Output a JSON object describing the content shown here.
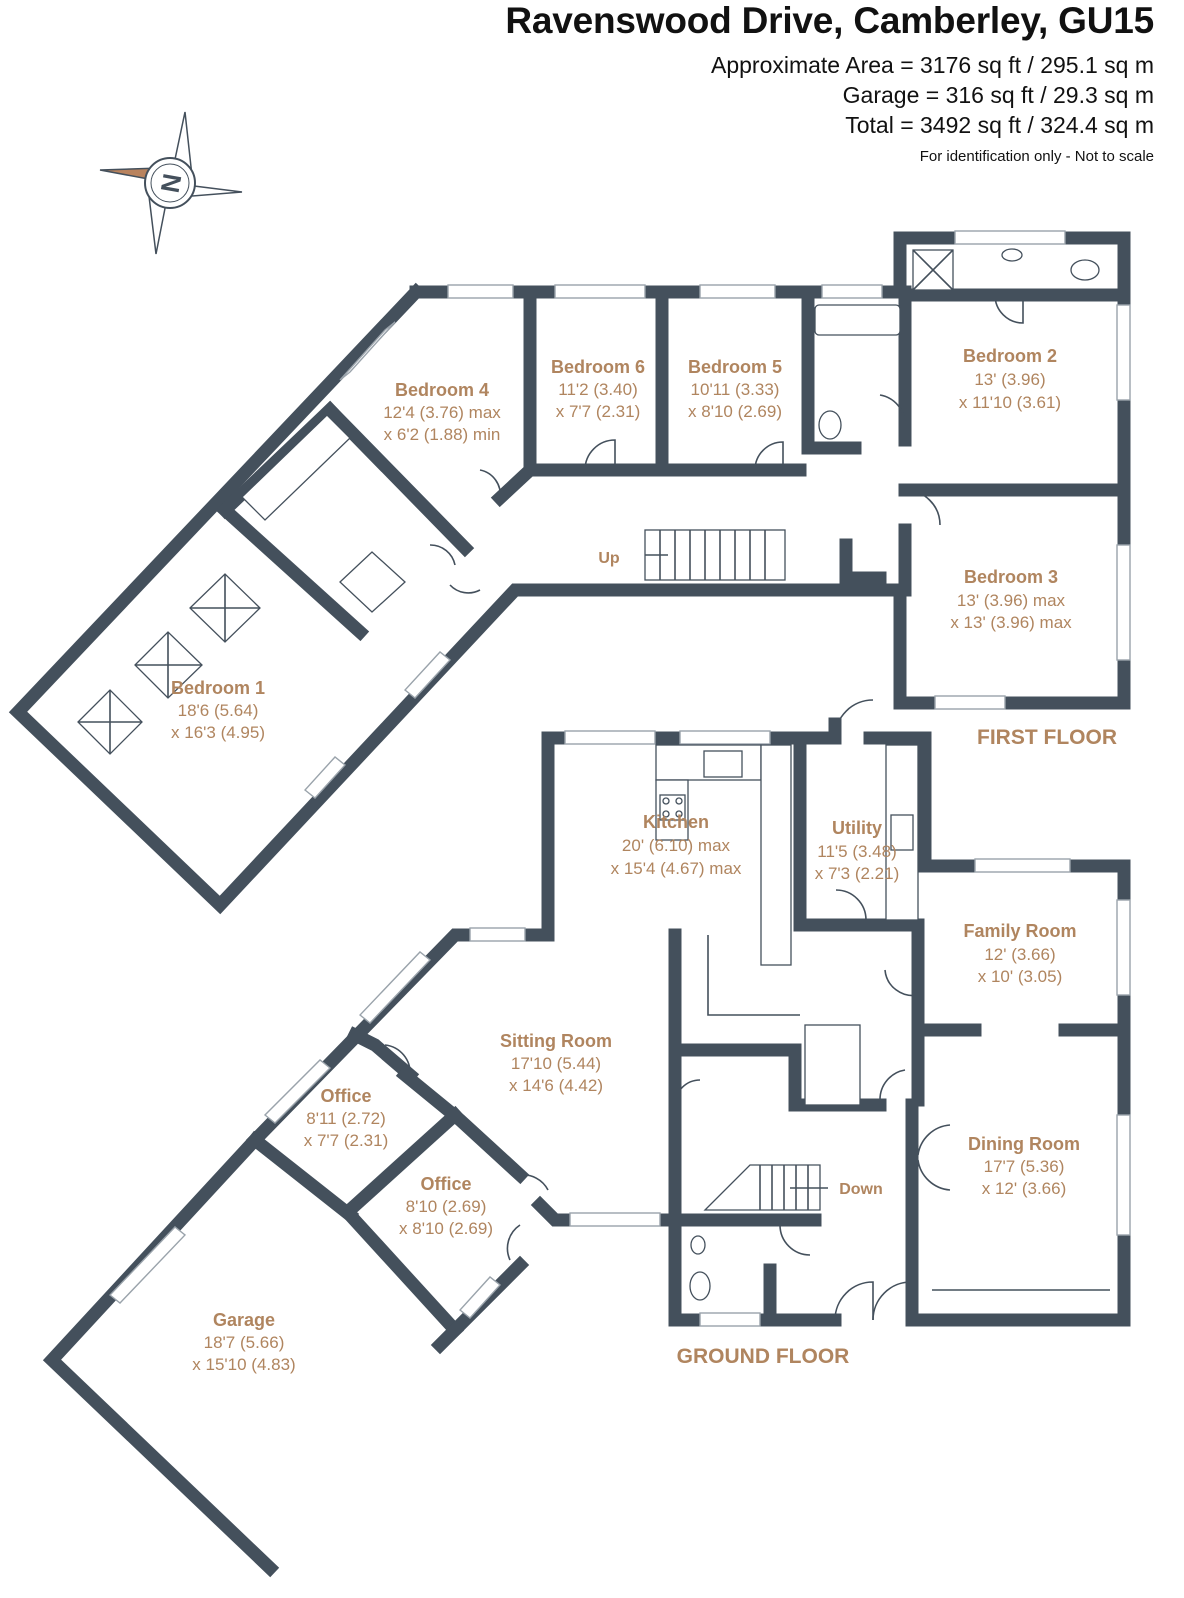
{
  "header": {
    "title": "Ravenswood Drive, Camberley, GU15",
    "approx_area": "Approximate Area = 3176 sq ft / 295.1 sq m",
    "garage_area": "Garage = 316 sq ft / 29.3 sq m",
    "total_area": "Total = 3492 sq ft / 324.4 sq m",
    "note": "For identification only - Not to scale"
  },
  "compass": {
    "letter": "N",
    "icon": "compass-rose-icon",
    "accent": "#b9835e"
  },
  "colors": {
    "wall": "#44505c",
    "label": "#b0855f"
  },
  "floors": {
    "first": "FIRST FLOOR",
    "ground": "GROUND FLOOR"
  },
  "stairs": {
    "up": "Up",
    "down": "Down"
  },
  "rooms": {
    "bedroom4": {
      "name": "Bedroom 4",
      "dim1": "12'4 (3.76) max",
      "dim2": "x 6'2 (1.88) min"
    },
    "bedroom6": {
      "name": "Bedroom 6",
      "dim1": "11'2 (3.40)",
      "dim2": "x 7'7 (2.31)"
    },
    "bedroom5": {
      "name": "Bedroom 5",
      "dim1": "10'11 (3.33)",
      "dim2": "x 8'10 (2.69)"
    },
    "bedroom2": {
      "name": "Bedroom 2",
      "dim1": "13' (3.96)",
      "dim2": "x 11'10 (3.61)"
    },
    "bedroom3": {
      "name": "Bedroom 3",
      "dim1": "13' (3.96) max",
      "dim2": "x 13' (3.96) max"
    },
    "bedroom1": {
      "name": "Bedroom 1",
      "dim1": "18'6 (5.64)",
      "dim2": "x 16'3 (4.95)"
    },
    "kitchen": {
      "name": "Kitchen",
      "dim1": "20' (6.10) max",
      "dim2": "x 15'4 (4.67) max"
    },
    "utility": {
      "name": "Utility",
      "dim1": "11'5 (3.48)",
      "dim2": "x 7'3 (2.21)"
    },
    "family": {
      "name": "Family Room",
      "dim1": "12' (3.66)",
      "dim2": "x 10' (3.05)"
    },
    "sitting": {
      "name": "Sitting Room",
      "dim1": "17'10 (5.44)",
      "dim2": "x 14'6 (4.42)"
    },
    "office1": {
      "name": "Office",
      "dim1": "8'11 (2.72)",
      "dim2": "x 7'7 (2.31)"
    },
    "office2": {
      "name": "Office",
      "dim1": "8'10 (2.69)",
      "dim2": "x 8'10 (2.69)"
    },
    "dining": {
      "name": "Dining Room",
      "dim1": "17'7 (5.36)",
      "dim2": "x 12' (3.66)"
    },
    "garage": {
      "name": "Garage",
      "dim1": "18'7 (5.66)",
      "dim2": "x 15'10 (4.83)"
    }
  }
}
